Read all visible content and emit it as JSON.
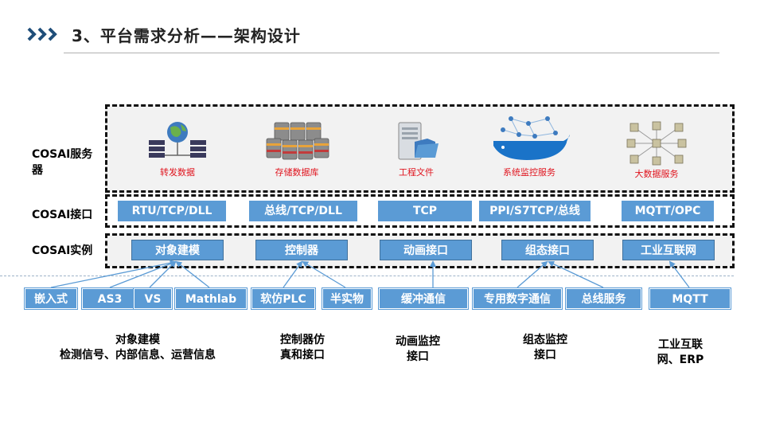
{
  "header": {
    "title": "3、平台需求分析——架构设计",
    "accent_color": "#1f4e79",
    "icon": "triple-chevron-right-icon"
  },
  "rows": {
    "server_label": "COSAI服务器",
    "interface_label": "COSAI接口",
    "instance_label": "COSAI实例"
  },
  "servers": [
    {
      "label": "转发数据",
      "icon": "globe-server-icon"
    },
    {
      "label": "存储数据库",
      "icon": "database-cluster-icon"
    },
    {
      "label": "工程文件",
      "icon": "file-server-icon"
    },
    {
      "label": "系统监控服务",
      "icon": "docker-whale-icon"
    },
    {
      "label": "大数据服务",
      "icon": "network-nodes-icon"
    }
  ],
  "interfaces": [
    "RTU/TCP/DLL",
    "总线/TCP/DLL",
    "TCP",
    "PPI/S7TCP/总线",
    "MQTT/OPC"
  ],
  "instances": [
    "对象建模",
    "控制器",
    "动画接口",
    "组态接口",
    "工业互联网"
  ],
  "sources": [
    "嵌入式",
    "AS3",
    "VS",
    "Mathlab",
    "软仿PLC",
    "半实物",
    "缓冲通信",
    "专用数字通信",
    "总线服务",
    "MQTT"
  ],
  "descriptions": [
    {
      "line1": "对象建模",
      "line2": "检测信号、内部信息、运营信息"
    },
    {
      "line1": "控制器仿",
      "line2": "真和接口"
    },
    {
      "line1": "动画监控",
      "line2": "接口"
    },
    {
      "line1": "组态监控",
      "line2": "接口"
    },
    {
      "line1": "工业互联",
      "line2": "网、ERP"
    }
  ],
  "colors": {
    "button_blue": "#5b9bd5",
    "server_label_red": "#e0141e",
    "arrow_blue": "#5b9bd5"
  }
}
